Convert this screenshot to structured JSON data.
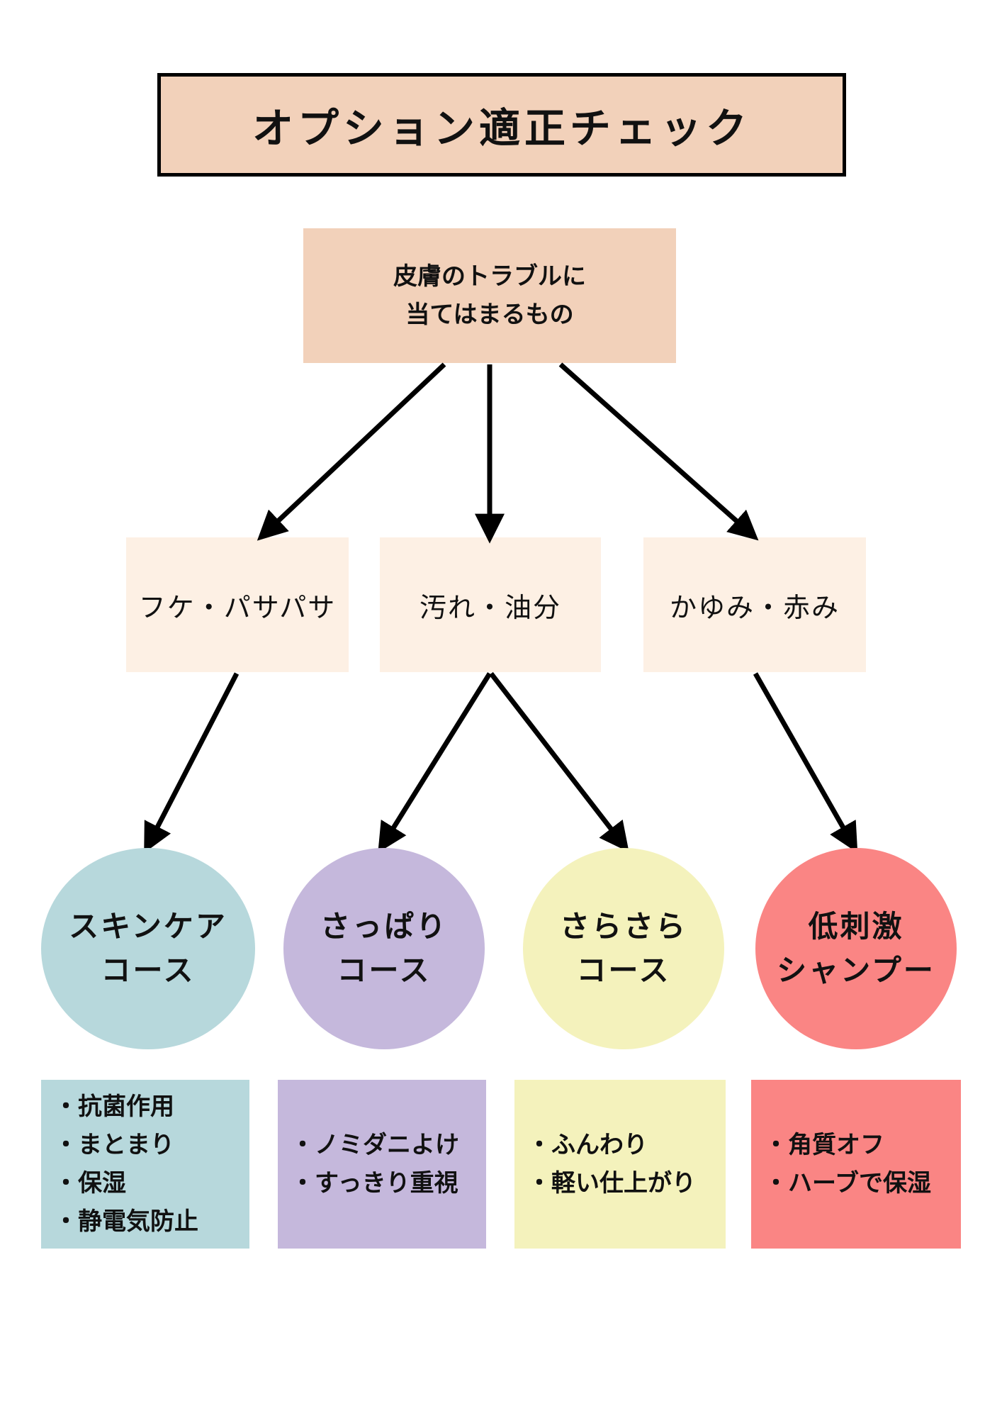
{
  "title": "オプション適正チェック",
  "root": {
    "line1": "皮膚のトラブルに",
    "line2": "当てはまるもの"
  },
  "symptoms": [
    "フケ・パサパサ",
    "汚れ・油分",
    "かゆみ・赤み"
  ],
  "courses": [
    {
      "line1": "スキンケア",
      "line2": "コース",
      "color": "#b7d8dc",
      "features": [
        "・抗菌作用",
        "・まとまり",
        "・保湿",
        "・静電気防止"
      ]
    },
    {
      "line1": "さっぱり",
      "line2": "コース",
      "color": "#c5b8dc",
      "features": [
        "・ノミダニよけ",
        "・すっきり重視"
      ]
    },
    {
      "line1": "さらさら",
      "line2": "コース",
      "color": "#f4f2bc",
      "features": [
        "・ふんわり",
        "・軽い仕上がり"
      ]
    },
    {
      "line1": "低刺激",
      "line2": "シャンプー",
      "color": "#fa8584",
      "features": [
        "・角質オフ",
        "・ハーブで保湿"
      ]
    }
  ],
  "colors": {
    "title_bg": "#f2d1ba",
    "root_bg": "#f2d1ba",
    "symptom_bg": "#fdf0e4",
    "arrow": "#000000"
  }
}
